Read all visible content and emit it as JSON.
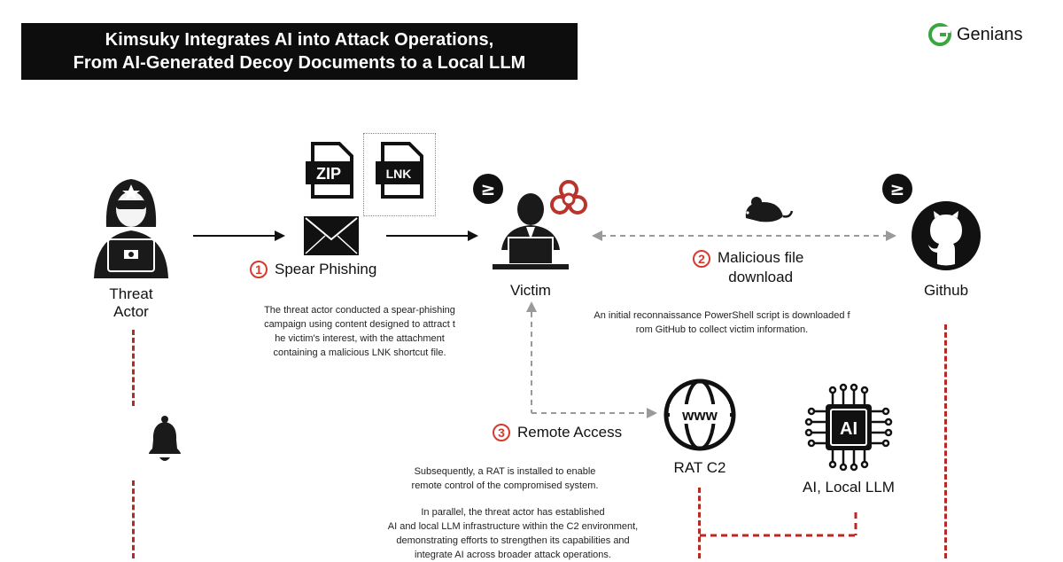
{
  "header": {
    "title_line1": "Kimsuky Integrates AI into Attack Operations,",
    "title_line2": "From AI-Generated Decoy Documents to a Local LLM",
    "brand_name": "Genians",
    "brand_color": "#3aa640"
  },
  "nodes": {
    "threat_actor_line1": "Threat",
    "threat_actor_line2": "Actor",
    "victim": "Victim",
    "github": "Github",
    "rat_c2": "RAT C2",
    "ai_llm": "AI, Local LLM"
  },
  "icons": {
    "zip_label": "ZIP",
    "lnk_label": "LNK",
    "www_label": "www",
    "ai_label": "AI",
    "prompt_glyph": "≥"
  },
  "steps": {
    "s1_num": "1",
    "s1_label": "Spear Phishing",
    "s2_num": "2",
    "s2_label_line1": "Malicious file",
    "s2_label_line2": "download",
    "s3_num": "3",
    "s3_label": "Remote Access"
  },
  "descriptions": {
    "d1": [
      "The threat actor conducted a spear-phishing",
      "campaign using content designed to attract t",
      "he victim's interest, with the attachment",
      "containing a malicious LNK shortcut file."
    ],
    "d2": [
      "An initial reconnaissance PowerShell script is downloaded f",
      "rom GitHub to collect victim information."
    ],
    "d3": [
      "Subsequently, a RAT is installed to enable",
      "remote control of the compromised system."
    ],
    "d4": [
      "In parallel, the threat actor has established",
      "AI and local LLM infrastructure within the C2 environment,",
      "demonstrating efforts to strengthen its capabilities and",
      "integrate AI across broader attack operations."
    ]
  },
  "colors": {
    "accent_red": "#d63a2f",
    "dashed_red": "#b52a25",
    "dashed_gray": "#9a9a9a",
    "biohazard": "#b8342c"
  }
}
